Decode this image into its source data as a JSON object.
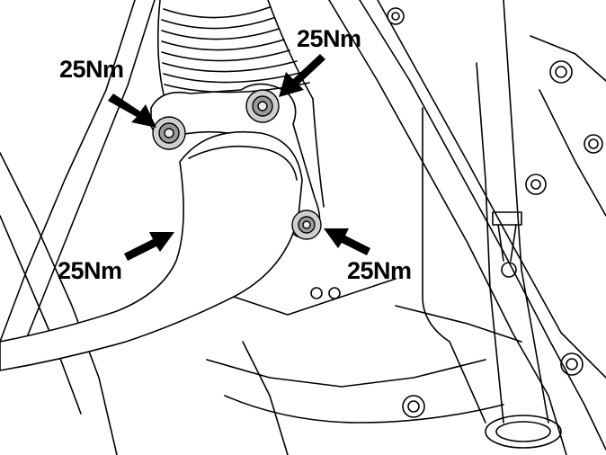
{
  "diagram": {
    "style": "black line-art technical illustration",
    "colors": {
      "line": "#000000",
      "background": "#ffffff",
      "bolt_shade": "#9a9a9a"
    },
    "callouts": [
      {
        "id": "top-left",
        "label": "25Nm"
      },
      {
        "id": "top-right",
        "label": "25Nm"
      },
      {
        "id": "bottom-left",
        "label": "25Nm"
      },
      {
        "id": "bottom-right",
        "label": "25Nm"
      }
    ]
  }
}
